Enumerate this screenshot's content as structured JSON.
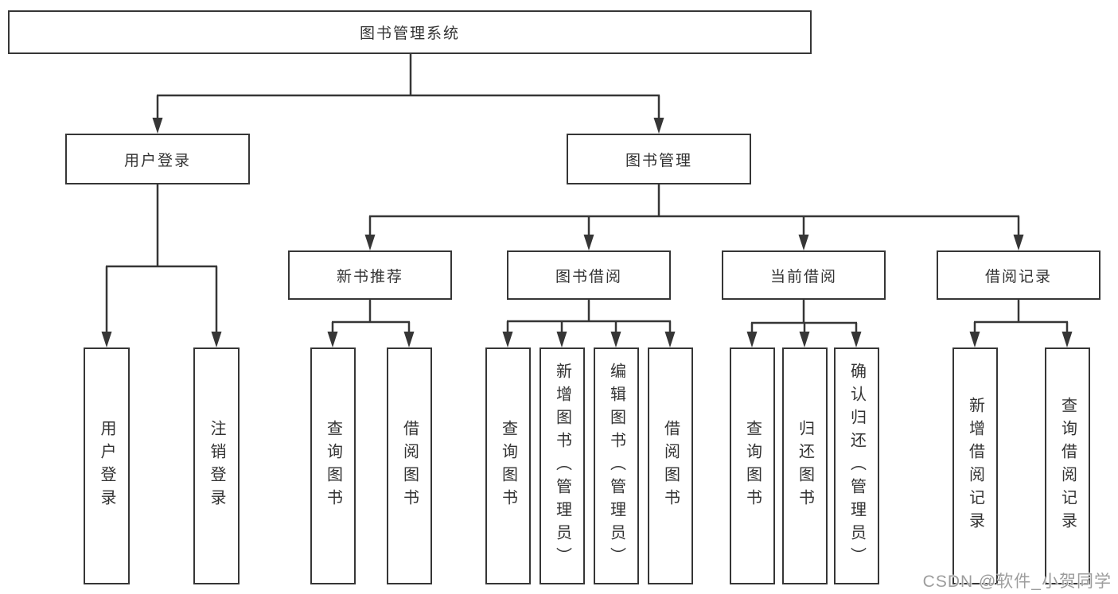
{
  "diagram_title": "图书管理系统",
  "tree": {
    "root": {
      "label": "图书管理系统",
      "children": [
        {
          "label": "用户登录",
          "children": [
            {
              "label": "用户登录"
            },
            {
              "label": "注销登录"
            }
          ]
        },
        {
          "label": "图书管理",
          "children": [
            {
              "label": "新书推荐",
              "children": [
                {
                  "label": "查询图书"
                },
                {
                  "label": "借阅图书"
                }
              ]
            },
            {
              "label": "图书借阅",
              "children": [
                {
                  "label": "查询图书"
                },
                {
                  "label": "新增图书（管理员）"
                },
                {
                  "label": "编辑图书（管理员）"
                },
                {
                  "label": "借阅图书"
                }
              ]
            },
            {
              "label": "当前借阅",
              "children": [
                {
                  "label": "查询图书"
                },
                {
                  "label": "归还图书"
                },
                {
                  "label": "确认归还（管理员）"
                }
              ]
            },
            {
              "label": "借阅记录",
              "children": [
                {
                  "label": "新增借阅记录"
                },
                {
                  "label": "查询借阅记录"
                }
              ]
            }
          ]
        }
      ]
    }
  },
  "watermark": {
    "text": "CSDN @软件_小贺同学"
  },
  "colors": {
    "line": "#363636",
    "box_border": "#363636",
    "text": "#333333",
    "watermark": "#9d9d9d",
    "background": "#ffffff"
  }
}
